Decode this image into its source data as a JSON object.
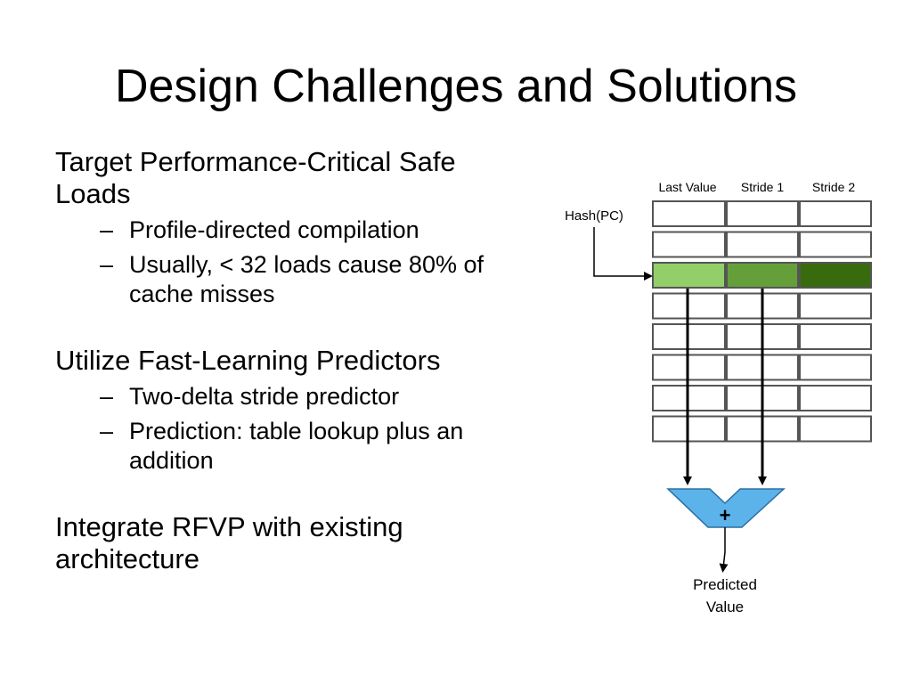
{
  "slide": {
    "title": "Design Challenges and Solutions"
  },
  "bullets": [
    {
      "text": "Target Performance-Critical Safe Loads",
      "sub": [
        "Profile-directed compilation",
        "Usually, < 32 loads cause 80% of cache misses"
      ]
    },
    {
      "text": "Utilize Fast-Learning Predictors",
      "sub": [
        "Two-delta stride predictor",
        "Prediction: table lookup plus an addition"
      ]
    },
    {
      "text": "Integrate RFVP with existing architecture",
      "sub": []
    }
  ],
  "dash_glyph": "–",
  "diagram": {
    "column_headers": [
      "Last Value",
      "Stride 1",
      "Stride 2"
    ],
    "index_label": "Hash(PC)",
    "adder_symbol": "+",
    "output_label_line1": "Predicted",
    "output_label_line2": "Value",
    "row_count": 8,
    "selected_row_index": 2,
    "colors": {
      "cell_border": "#555555",
      "selected_last_value": "#92cf68",
      "selected_stride1": "#659f39",
      "selected_stride2": "#386b0e",
      "adder_fill": "#5bb3e9",
      "adder_stroke": "#2b6ea3",
      "arrow": "#000000"
    }
  }
}
